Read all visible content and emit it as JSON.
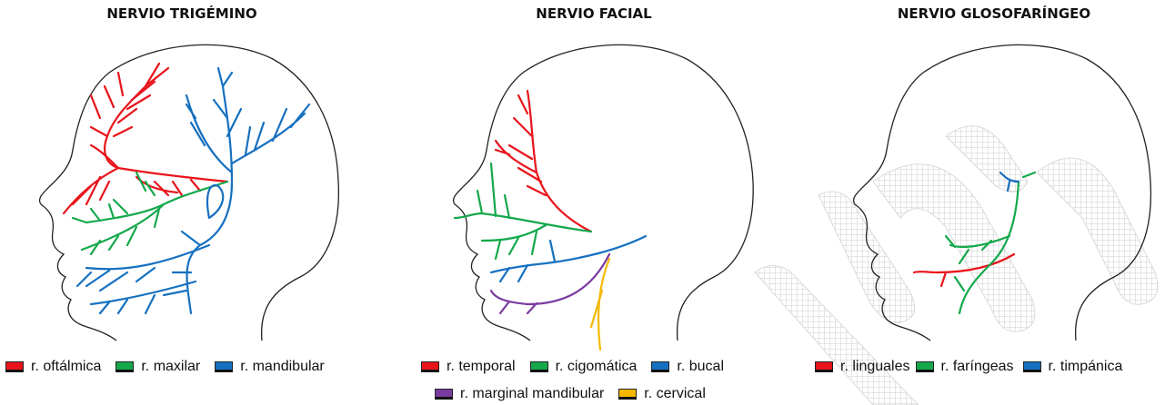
{
  "panels": [
    {
      "title": "NERVIO TRIGÉMINO",
      "legend": [
        {
          "label": "r. oftálmica",
          "color": "#e8141b"
        },
        {
          "label": "r. maxilar",
          "color": "#14a84b"
        },
        {
          "label": "r. mandibular",
          "color": "#1670c0"
        }
      ]
    },
    {
      "title": "NERVIO FACIAL",
      "legend": [
        {
          "label": "r. temporal",
          "color": "#e8141b"
        },
        {
          "label": "r. cigomática",
          "color": "#14a84b"
        },
        {
          "label": "r. bucal",
          "color": "#1670c0"
        },
        {
          "label": "r. marginal mandibular",
          "color": "#7a3ba0"
        },
        {
          "label": "r. cervical",
          "color": "#f5b800"
        }
      ]
    },
    {
      "title": "NERVIO GLOSOFARÍNGEO",
      "legend": [
        {
          "label": "r. linguales",
          "color": "#e8141b"
        },
        {
          "label": "r. faríngeas",
          "color": "#14a84b"
        },
        {
          "label": "r. timpánica",
          "color": "#1670c0"
        }
      ]
    }
  ]
}
